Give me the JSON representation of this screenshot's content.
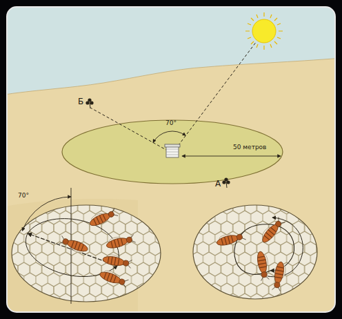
{
  "diagram": {
    "labels": [
      "Б",
      "70°",
      "50 метров",
      "А",
      "70°"
    ]
  }
}
